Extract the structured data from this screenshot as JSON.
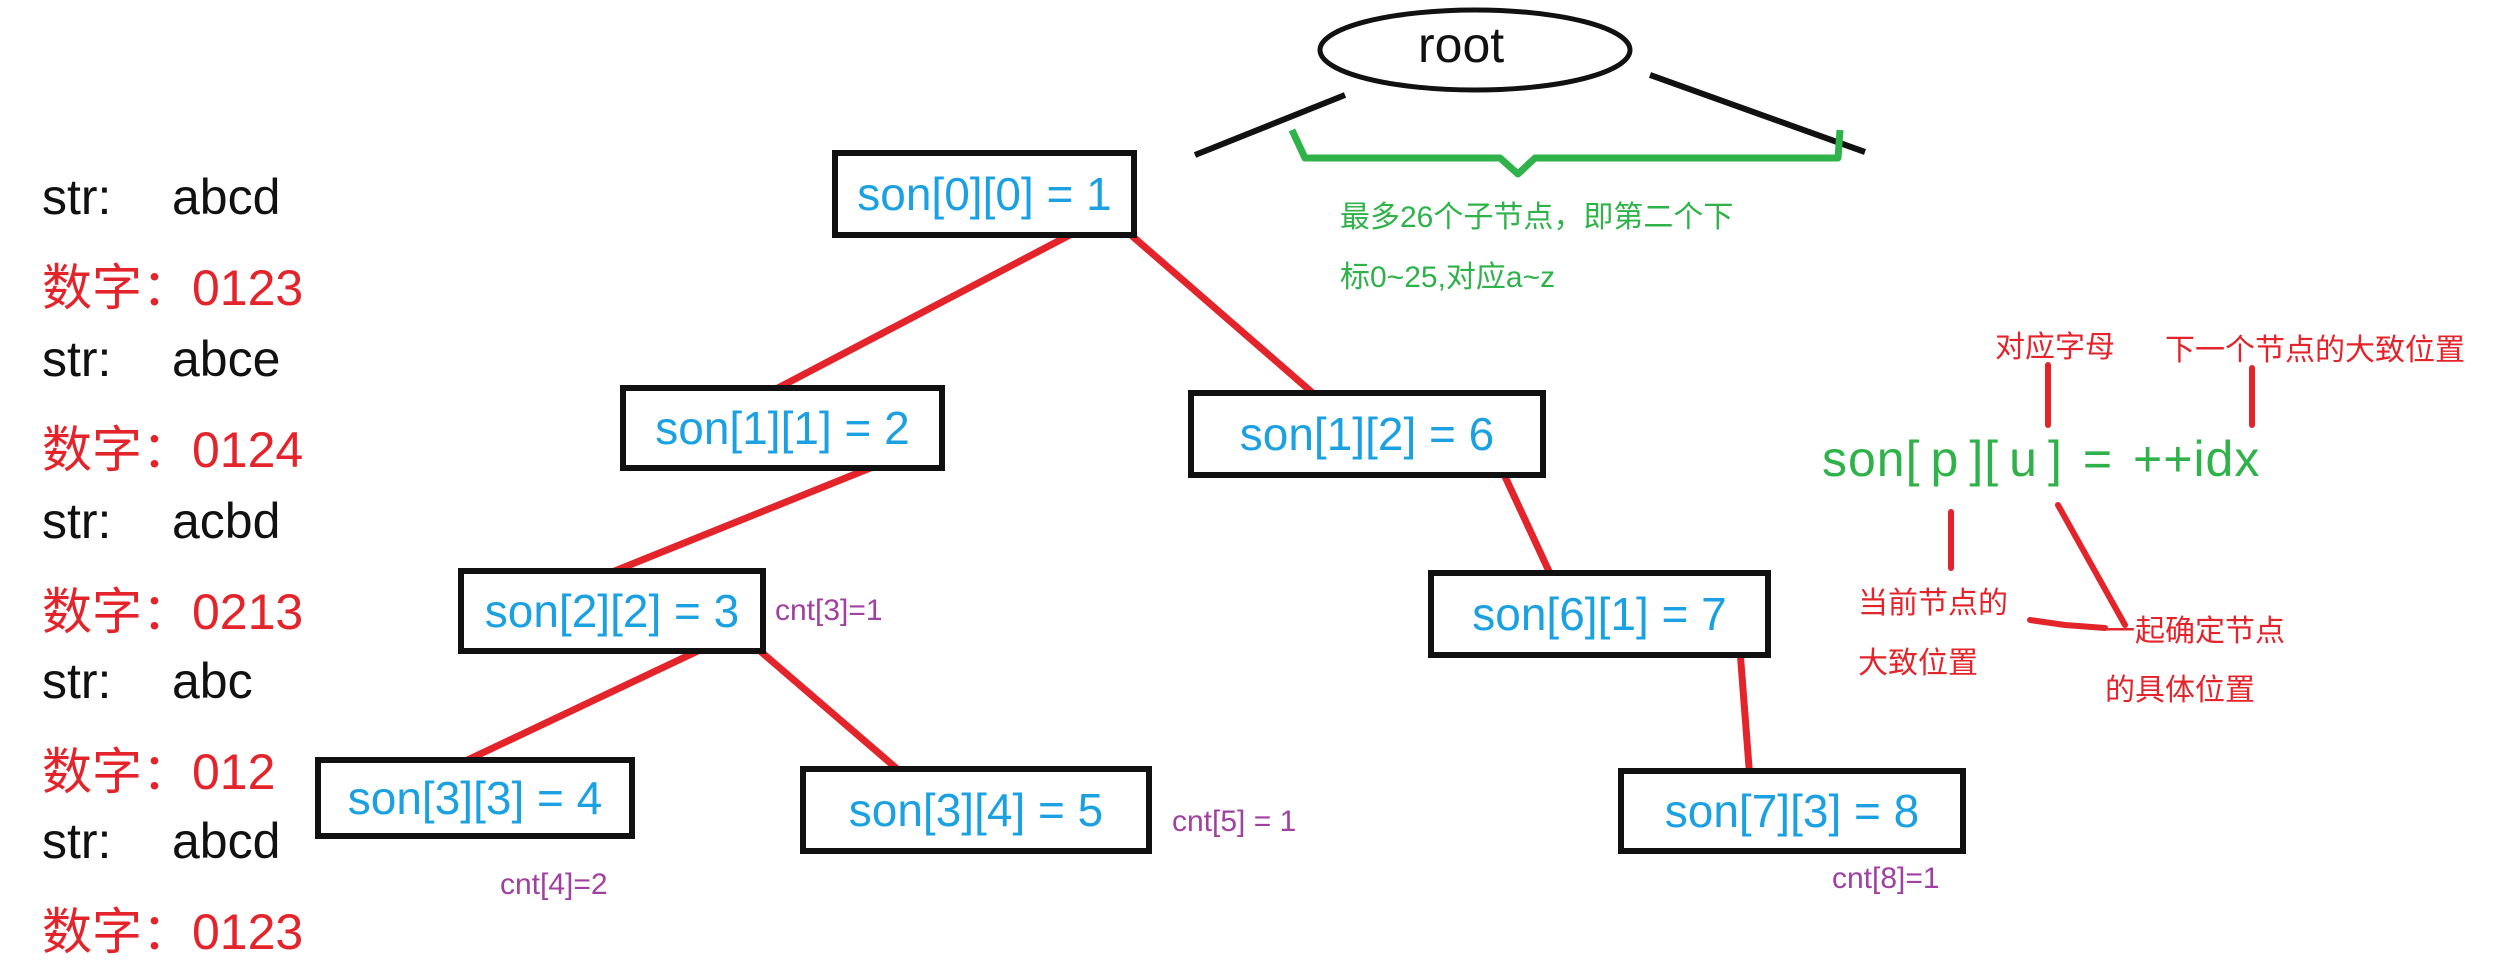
{
  "root": {
    "label": "root"
  },
  "pairs": [
    {
      "str_label": "str:",
      "str_value": "abcd",
      "num_label": "数字：",
      "num_value": "0123"
    },
    {
      "str_label": "str:",
      "str_value": "abce",
      "num_label": "数字：",
      "num_value": "0124"
    },
    {
      "str_label": "str:",
      "str_value": "acbd",
      "num_label": "数字：",
      "num_value": "0213"
    },
    {
      "str_label": "str:",
      "str_value": "abc",
      "num_label": "数字：",
      "num_value": "012"
    },
    {
      "str_label": "str:",
      "str_value": "abcd",
      "num_label": "数字：",
      "num_value": "0123"
    }
  ],
  "nodes": {
    "n1": "son[0][0] = 1",
    "n2": "son[1][1] = 2",
    "n6": "son[1][2] = 6",
    "n3": "son[2][2] = 3",
    "n7": "son[6][1] = 7",
    "n4": "son[3][3] = 4",
    "n5": "son[3][4] = 5",
    "n8": "son[7][3] = 8"
  },
  "counts": {
    "c3": "cnt[3]=1",
    "c5": "cnt[5] = 1",
    "c4": "cnt[4]=2",
    "c8": "cnt[8]=1"
  },
  "notes": {
    "children_line1": "最多26个子节点，即第二个下",
    "children_line2": "标0~25,对应a~z",
    "letter": "对应字母",
    "next_pos": "下一个节点的大致位置",
    "current_line1": "当前节点的",
    "current_line2": "大致位置",
    "exact_line1": "一起确定节点",
    "exact_line2": "的具体位置"
  },
  "formula": {
    "son": "son[",
    "p": "p",
    "mid": "][",
    "u": "u",
    "close": "]",
    "eq": "=",
    "rhs": "++idx"
  },
  "colors": {
    "node_text": "#1ba1e2",
    "node_border": "#111111",
    "edge": "#e3242b",
    "count_text": "#a040a0",
    "green": "#2fb24a",
    "red": "#e3242b"
  }
}
